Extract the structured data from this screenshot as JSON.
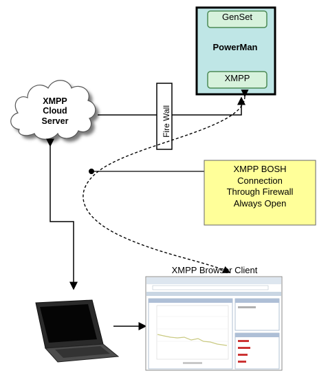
{
  "powerman": {
    "title": "PowerMan",
    "genset": "GenSet",
    "xmpp": "XMPP"
  },
  "cloud": {
    "line1": "XMPP",
    "line2": "Cloud",
    "line3": "Server"
  },
  "firewall": {
    "label": "Fire Wall"
  },
  "bosh_note": {
    "line1": "XMPP BOSH",
    "line2": "Connection",
    "line3": "Through Firewall",
    "line4": "Always Open"
  },
  "client": {
    "title": "XMPP Browser Client"
  },
  "colors": {
    "powerman_fill": "#bfe6e6",
    "module_fill": "#d7f2dc",
    "note_fill": "#ffff99",
    "cloud_fill": "#ffffff"
  }
}
